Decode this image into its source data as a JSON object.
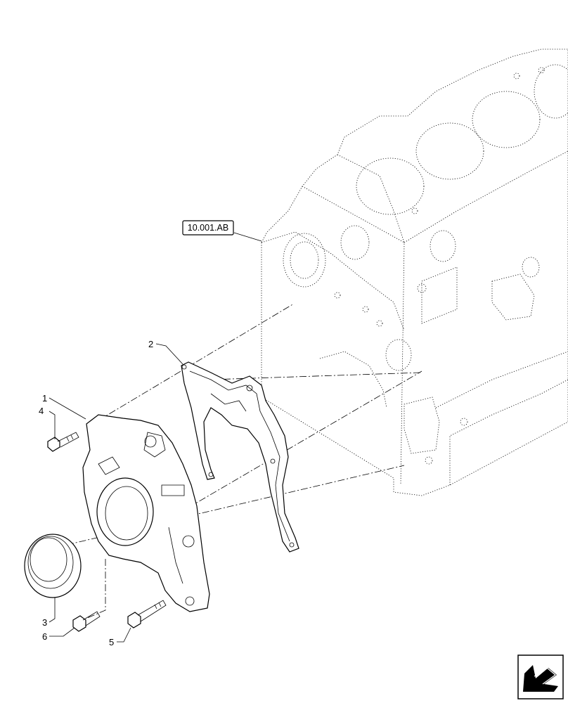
{
  "reference_label": "10.001.AB",
  "callouts": [
    {
      "id": "1",
      "text": "1"
    },
    {
      "id": "2",
      "text": "2"
    },
    {
      "id": "3",
      "text": "3"
    },
    {
      "id": "4",
      "text": "4"
    },
    {
      "id": "5",
      "text": "5"
    },
    {
      "id": "6",
      "text": "6"
    }
  ],
  "icons": {
    "navigation": "arrow-corner-icon"
  }
}
